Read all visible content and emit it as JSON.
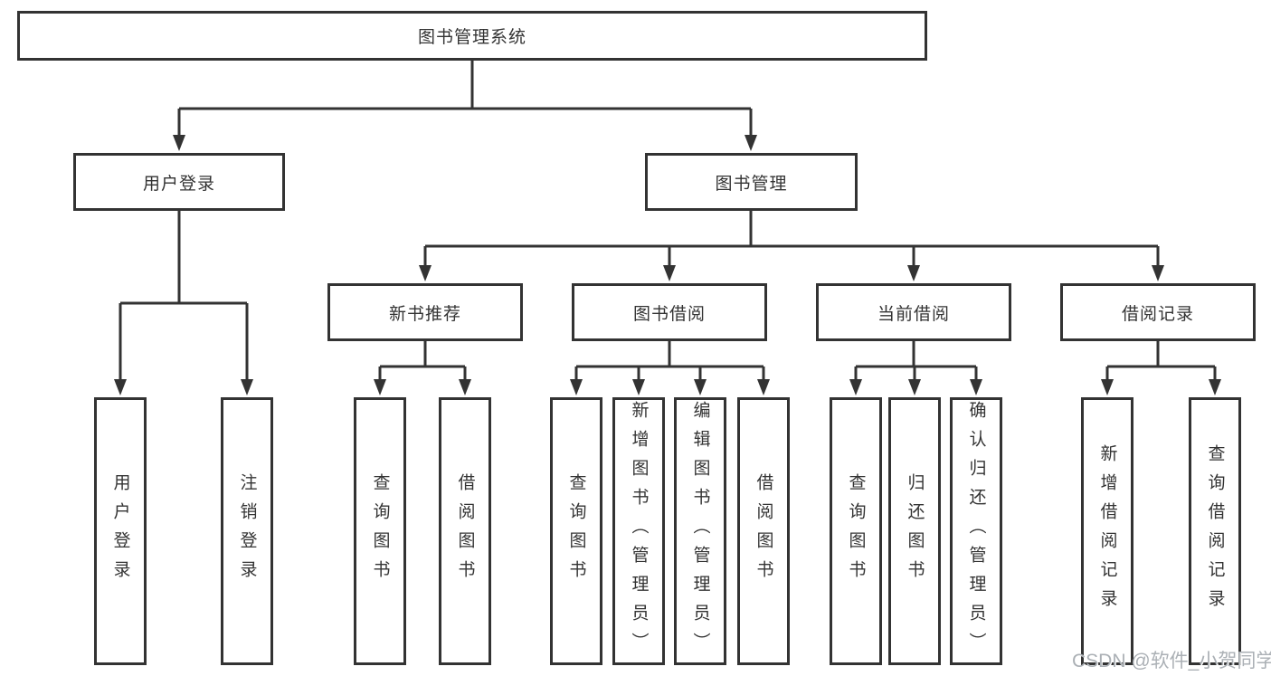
{
  "root": {
    "label": "图书管理系统"
  },
  "user_branch": {
    "label": "用户登录",
    "children": [
      {
        "label": "用户登录"
      },
      {
        "label": "注销登录"
      }
    ]
  },
  "book_branch": {
    "label": "图书管理",
    "groups": [
      {
        "label": "新书推荐",
        "children": [
          {
            "label": "查询图书"
          },
          {
            "label": "借阅图书"
          }
        ]
      },
      {
        "label": "图书借阅",
        "children": [
          {
            "label": "查询图书"
          },
          {
            "label": "新增图书（管理员）"
          },
          {
            "label": "编辑图书（管理员）"
          },
          {
            "label": "借阅图书"
          }
        ]
      },
      {
        "label": "当前借阅",
        "children": [
          {
            "label": "查询图书"
          },
          {
            "label": "归还图书"
          },
          {
            "label": "确认归还（管理员）"
          }
        ]
      },
      {
        "label": "借阅记录",
        "children": [
          {
            "label": "新增借阅记录"
          },
          {
            "label": "查询借阅记录"
          }
        ]
      }
    ]
  },
  "watermark": {
    "text": "CSDN @软件_小贺同学"
  },
  "colors": {
    "line": "#333333",
    "text": "#333333",
    "background": "#ffffff",
    "watermark": "#abb0b5"
  }
}
